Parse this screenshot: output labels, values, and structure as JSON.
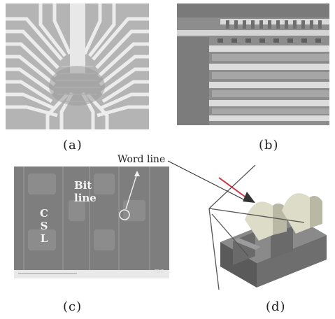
{
  "captions": {
    "a": "(a)",
    "b": "(b)",
    "c": "(c)",
    "d": "(d)"
  },
  "annotations": {
    "word_line": "Word line",
    "bit_line": "Bit\nline",
    "csl": "C\nS\nL",
    "micrograph_mark": "CNF"
  },
  "colors": {
    "micrograph_dark": "#7f7f7f",
    "micrograph_light": "#e6e6e6",
    "structure_top": "#d8d8c8",
    "structure_side": "#5c5c5c",
    "arrow_red": "#cc3344"
  }
}
